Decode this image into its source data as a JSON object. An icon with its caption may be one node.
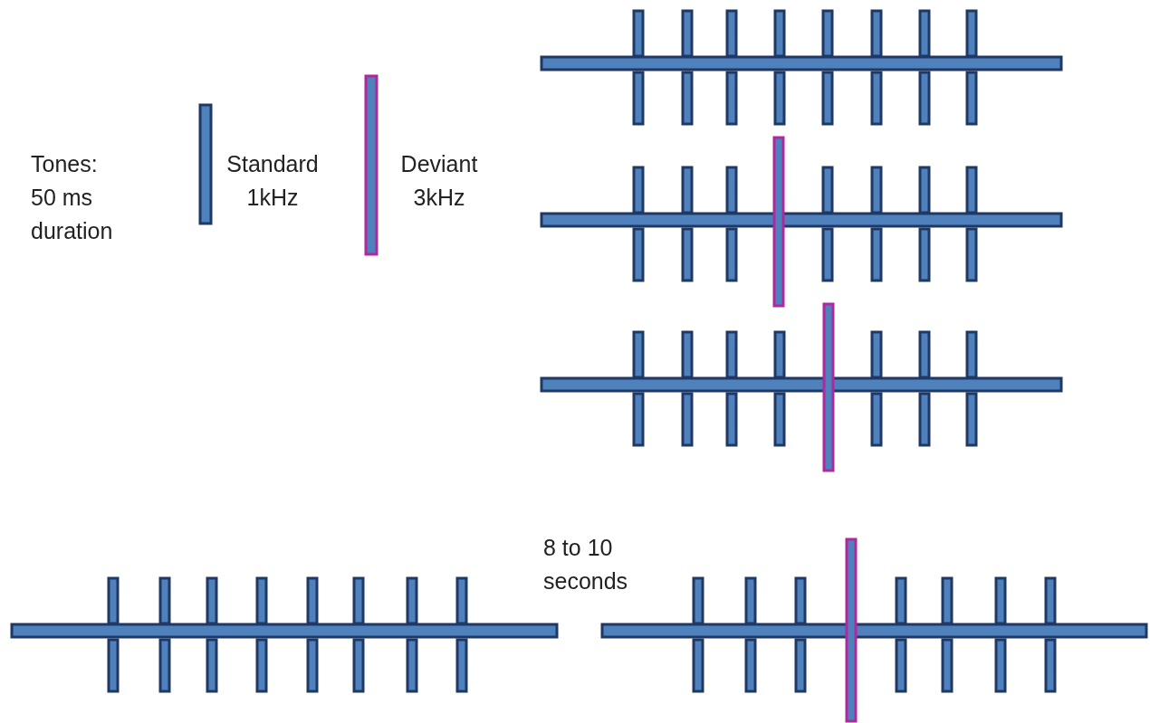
{
  "diagram": {
    "labels": [
      "Tones: 50 ms duration",
      "8 to 10 seconds"
    ],
    "legend": [
      {
        "text": "Standard 1kHz",
        "color": "#1f3864"
      },
      {
        "text": "Deviant 3kHz",
        "color": "#b0279f"
      }
    ]
  }
}
